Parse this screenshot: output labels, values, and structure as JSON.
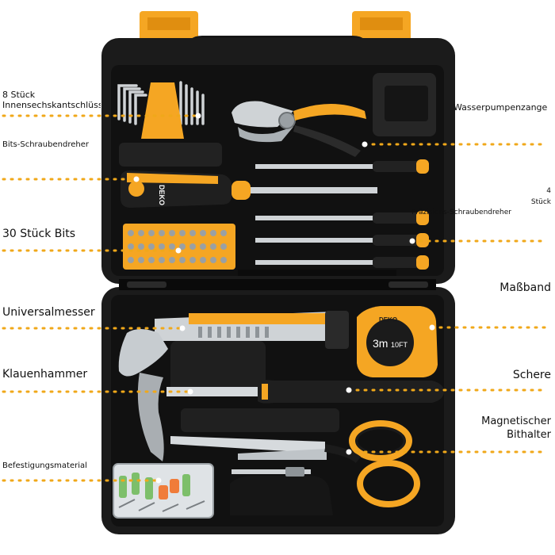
{
  "callouts": {
    "inbus_count": "8 Stück",
    "inbus_name": "Innensechskantschlüssel",
    "bits_driver": "Bits-Schraubendreher",
    "bits": "30 Stück Bits",
    "knife": "Universalmesser",
    "hammer": "Klauenhammer",
    "fasteners": "Befestigungsmaterial",
    "pliers": "Wasserpumpenzange",
    "precision_count": "4",
    "precision_unit": "Stück",
    "precision_name": "Präzisions-Schraubendreher",
    "tape": "Maßband",
    "scissors": "Schere",
    "bitholder_line1": "Magnetischer",
    "bitholder_line2": "Bithalter"
  },
  "product": {
    "brand": "DEKO",
    "tape_size_metric": "3m",
    "tape_size_imperial": "10FT"
  },
  "colors": {
    "accent": "#f5a623",
    "case": "#1b1b1b",
    "dotted_line": "#f0a81a"
  }
}
